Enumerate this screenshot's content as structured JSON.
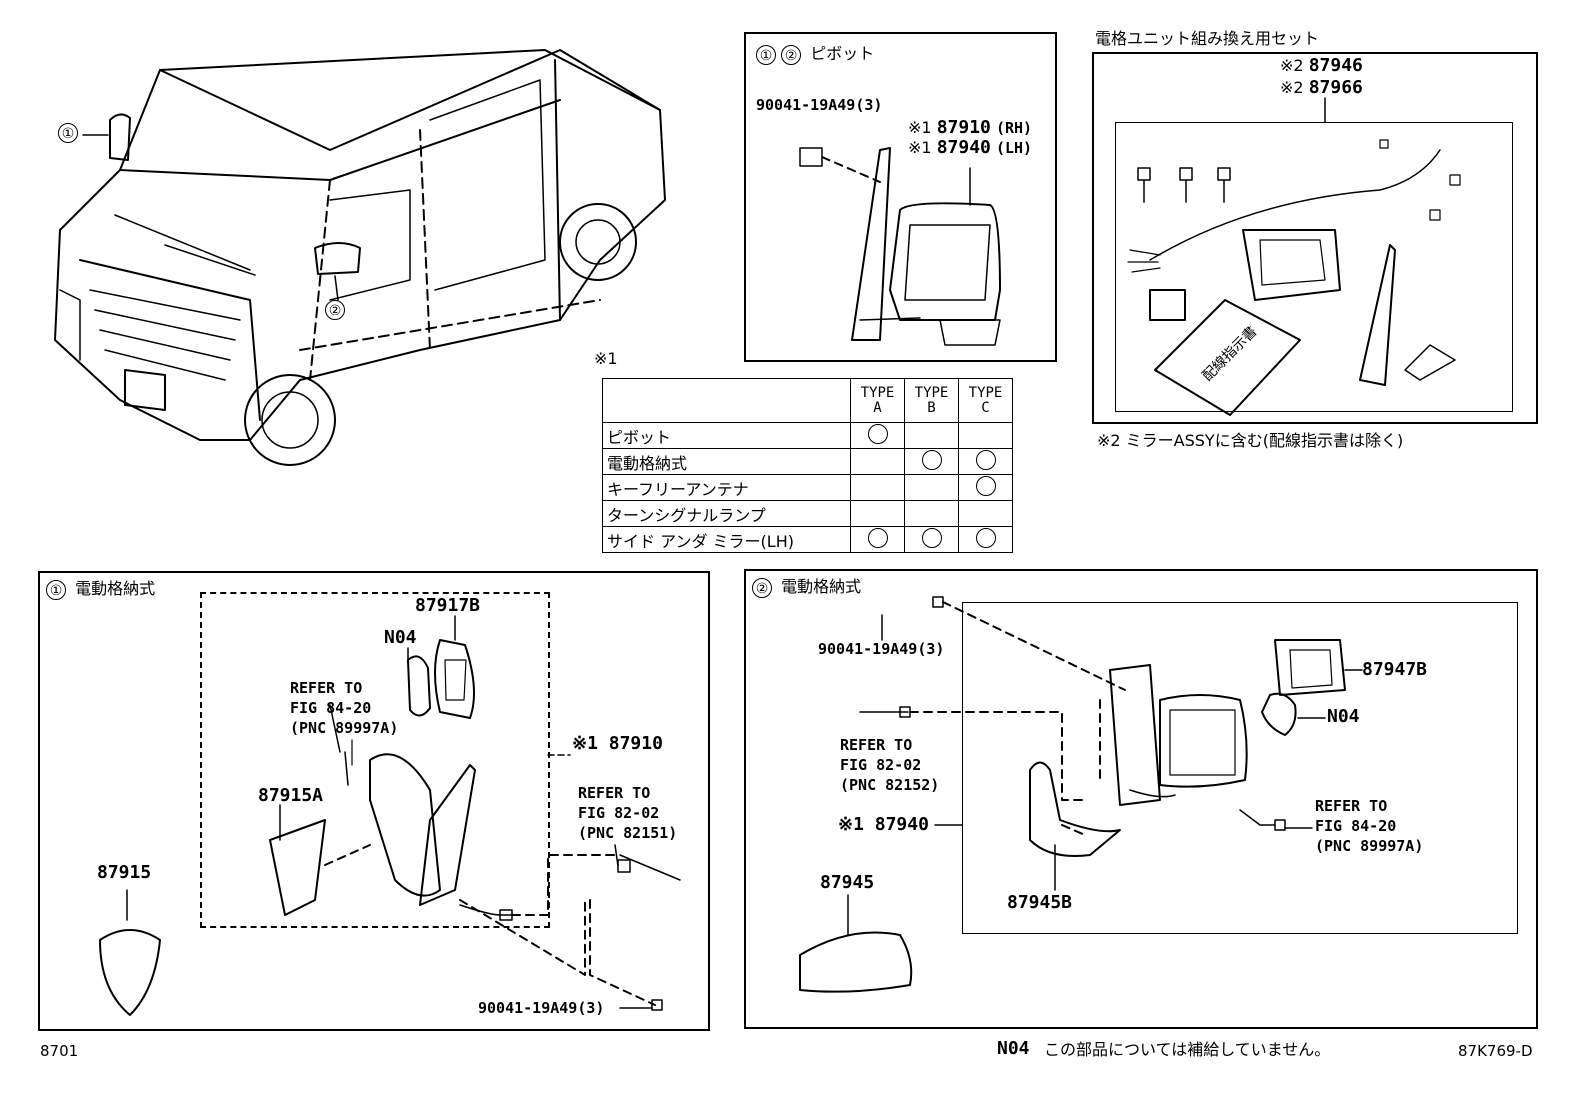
{
  "callouts": {
    "one": "①",
    "two": "②"
  },
  "pivot_panel": {
    "title": "ピボット",
    "bolt": "90041-19A49(3)",
    "note_mark": "※1",
    "rh_part": "87910",
    "rh_side": "(RH)",
    "lh_part": "87940",
    "lh_side": "(LH)"
  },
  "kit_panel": {
    "title": "電格ユニット組み換え用セット",
    "note_mark": "※2",
    "part_a": "87946",
    "part_b": "87966",
    "card_text": "配線指示書",
    "footnote": "※2 ミラーASSYに含む(配線指示書は除く)"
  },
  "type_table": {
    "note_mark": "※1",
    "columns": [
      "TYPE A",
      "TYPE B",
      "TYPE C"
    ],
    "rows": [
      {
        "name": "ピボット",
        "marks": [
          true,
          false,
          false
        ]
      },
      {
        "name": "電動格納式",
        "marks": [
          false,
          true,
          true
        ]
      },
      {
        "name": "キーフリーアンテナ",
        "marks": [
          false,
          false,
          true
        ]
      },
      {
        "name": "ターンシグナルランプ",
        "marks": [
          false,
          false,
          false
        ]
      },
      {
        "name": "サイド アンダ ミラー(LH)",
        "marks": [
          true,
          true,
          true
        ]
      }
    ]
  },
  "panel1": {
    "title": "電動格納式",
    "part_87917B": "87917B",
    "part_N04": "N04",
    "refer_8420": "REFER TO\nFIG 84-20\n(PNC 89997A)",
    "assy": "※1 87910",
    "part_87915A": "87915A",
    "refer_8202": "REFER TO\nFIG 82-02\n(PNC 82151)",
    "part_87915": "87915",
    "bolt": "90041-19A49(3)"
  },
  "panel2": {
    "title": "電動格納式",
    "bolt": "90041-19A49(3)",
    "part_87947B": "87947B",
    "part_N04": "N04",
    "refer_8202": "REFER TO\nFIG 82-02\n(PNC 82152)",
    "assy": "※1 87940",
    "refer_8420": "REFER TO\nFIG 84-20\n(PNC 89997A)",
    "part_87945": "87945",
    "part_87945B": "87945B"
  },
  "footer": {
    "left_code": "8701",
    "n04_label": "N04",
    "n04_note": "この部品については補給していません。",
    "right_code": "87K769-D"
  }
}
